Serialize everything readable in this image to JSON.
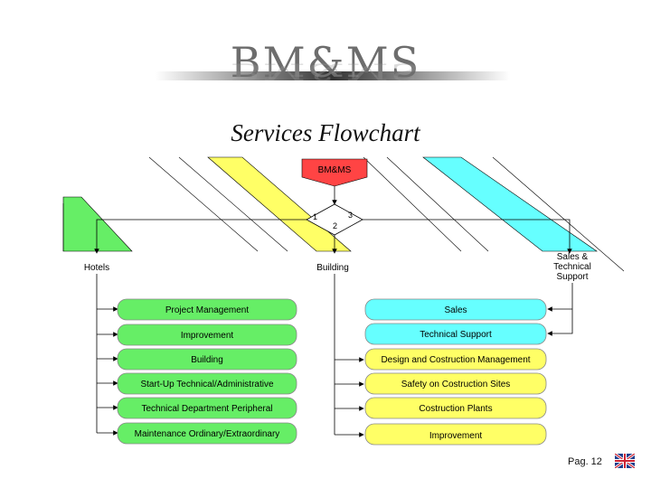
{
  "header": {
    "logo": "BM&MS",
    "subtitle": "Services Flowchart"
  },
  "diagram": {
    "top_node": "BM&MS",
    "decision_labels": [
      "1",
      "2",
      "3"
    ],
    "branches": {
      "hotels": "Hotels",
      "building": "Building",
      "sales_support": [
        "Sales &",
        "Technical",
        "Support"
      ]
    },
    "left_boxes": [
      "Project Management",
      "Improvement",
      "Building",
      "Start-Up Technical/Administrative",
      "Technical Department Peripheral",
      "Maintenance Ordinary/Extraordinary"
    ],
    "right_cyan_boxes": [
      "Sales",
      "Technical Support"
    ],
    "right_yellow_boxes": [
      "Design and Costruction Management",
      "Safety on Costruction Sites",
      "Costruction Plants",
      "Improvement"
    ],
    "colors": {
      "green": "#66ee66",
      "yellow": "#ffff66",
      "cyan": "#66ffff",
      "red": "#ff4444"
    }
  },
  "footer": {
    "page": "Pag. 12",
    "flag": "uk-flag-icon"
  }
}
